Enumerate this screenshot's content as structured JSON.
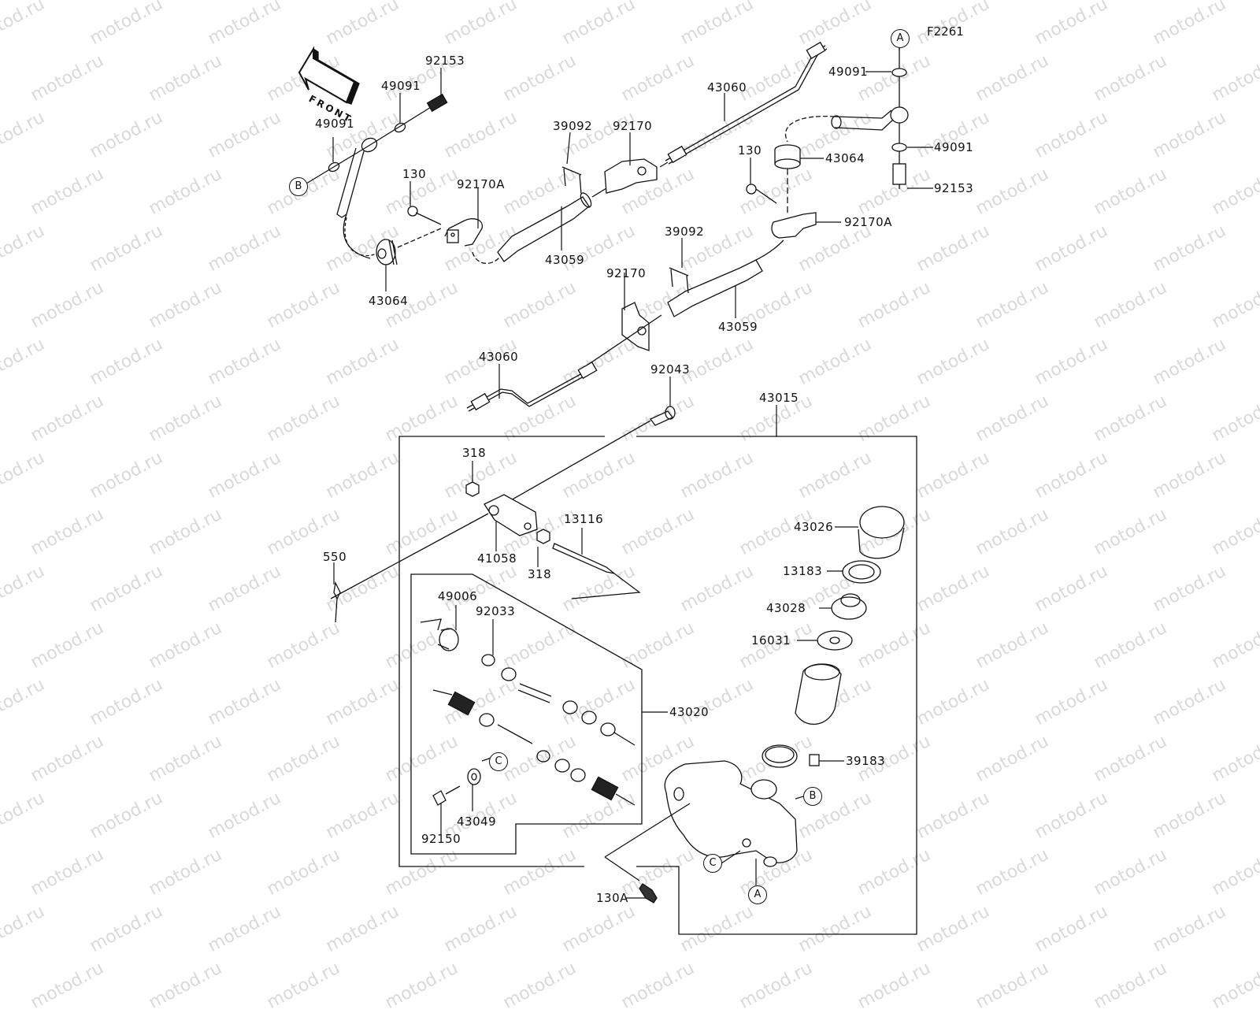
{
  "figure_code": "F2261",
  "watermark_text": "motod.ru",
  "front_arrow": "FRONT",
  "ref_markers": {
    "A": "A",
    "B": "B",
    "C": "C"
  },
  "parts": {
    "p92153_l": "92153",
    "p49091_l1": "49091",
    "p49091_l2": "49091",
    "p130_l": "130",
    "p92170A_l": "92170A",
    "p43064_l": "43064",
    "p39092_t": "39092",
    "p92170_t": "92170",
    "p43059_t": "43059",
    "p43060_t": "43060",
    "p49091_r1": "49091",
    "p43064_r": "43064",
    "p49091_r2": "49091",
    "p92153_r": "92153",
    "p130_r": "130",
    "p92170A_r": "92170A",
    "p39092_m": "39092",
    "p92170_m": "92170",
    "p43059_m": "43059",
    "p43060_m": "43060",
    "p92043": "92043",
    "p43015": "43015",
    "p318_a": "318",
    "p41058": "41058",
    "p318_b": "318",
    "p13116": "13116",
    "p550": "550",
    "p43026": "43026",
    "p13183": "13183",
    "p43028": "43028",
    "p16031": "16031",
    "p49006": "49006",
    "p92033": "92033",
    "p43020": "43020",
    "p39183": "39183",
    "p43049": "43049",
    "p92150": "92150",
    "p130A": "130A"
  }
}
